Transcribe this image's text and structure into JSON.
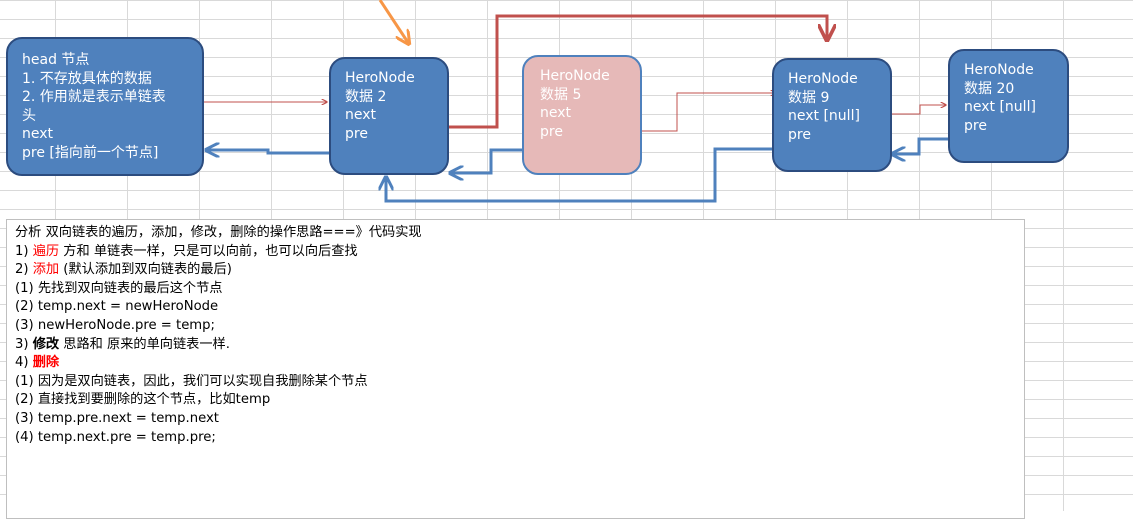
{
  "nodes": {
    "head": {
      "lines": [
        "head 节点",
        "1. 不存放具体的数据",
        "2. 作用就是表示单链表",
        "头",
        "next",
        "pre  [指向前一个节点]"
      ]
    },
    "n2": {
      "lines": [
        "HeroNode",
        "数据 2",
        "next",
        "pre"
      ]
    },
    "n5": {
      "lines": [
        "HeroNode",
        "数据 5",
        "next",
        "pre"
      ]
    },
    "n9": {
      "lines": [
        "HeroNode",
        "数据 9",
        "next [null]",
        "pre"
      ]
    },
    "n20": {
      "lines": [
        "HeroNode",
        "数据 20",
        "next [null]",
        "pre"
      ]
    }
  },
  "text": {
    "l0": "分析  双向链表的遍历，添加，修改，删除的操作思路===》代码实现",
    "l1a": "1) ",
    "l1b": "遍历",
    "l1c": " 方和 单链表一样，只是可以向前，也可以向后查找",
    "l2a": "2) ",
    "l2b": "添加",
    "l2c": " (默认添加到双向链表的最后)",
    "l3": "(1) 先找到双向链表的最后这个节点",
    "l4": "(2) temp.next = newHeroNode",
    "l5": "(3) newHeroNode.pre = temp;",
    "l6a": "3) ",
    "l6b": "修改",
    "l6c": " 思路和 原来的单向链表一样.",
    "l7a": "4) ",
    "l7b": "删除",
    "l8": "(1) 因为是双向链表，因此，我们可以实现自我删除某个节点",
    "l9": "(2) 直接找到要删除的这个节点，比如temp",
    "l10": "(3)  temp.pre.next = temp.next",
    "l11": "(4) temp.next.pre = temp.pre;"
  },
  "colors": {
    "node_fill": "#4f81bd",
    "node_deleted_fill": "#e6b9b8",
    "next_arrow": "#c0504d",
    "pre_arrow": "#4f81bd",
    "pointer_arrow": "#f79646",
    "highlight_text": "#ff0000"
  }
}
